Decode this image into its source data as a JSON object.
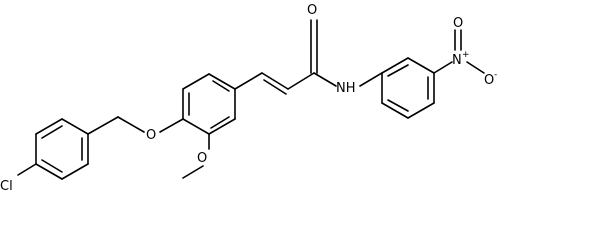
{
  "molecule": {
    "labels": {
      "cl": "Cl",
      "o_ether": "O",
      "o_methoxy": "O",
      "o_carbonyl": "O",
      "nh": "NH",
      "n_nitro": "N",
      "n_plus": "+",
      "o_nitro_top": "O",
      "o_nitro_right": "O",
      "o_minus": "-"
    }
  }
}
